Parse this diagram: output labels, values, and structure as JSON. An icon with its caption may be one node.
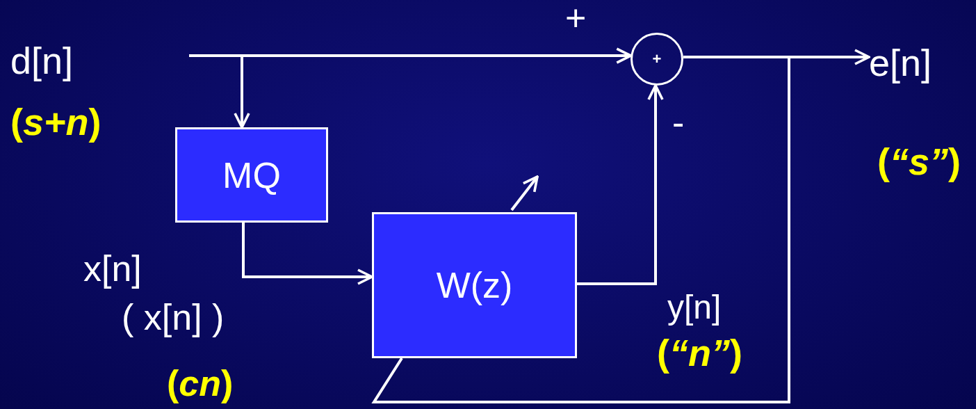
{
  "diagram": {
    "nodes": [
      {
        "text": [
          "d[n]"
        ],
        "beside": [
          "(*s+n*)"
        ]
      },
      {
        "text": [
          "+"
        ]
      },
      {
        "text": [
          "e[n]"
        ],
        "beside": [
          "(*“s”*)"
        ]
      },
      {
        "text": [
          "MQ"
        ]
      },
      {
        "text": [
          "W(z)"
        ]
      }
    ],
    "edges": [
      {
        "from": null,
        "to": 1,
        "arrow": "to"
      },
      {
        "from": null,
        "to": 3,
        "arrow": "to"
      },
      {
        "from": 3,
        "to": 4,
        "arrow": "to"
      },
      {
        "from": 4,
        "to": 1,
        "arrow": "to"
      },
      {
        "from": 1,
        "to": 2,
        "arrow": "to"
      },
      {
        "from": 1,
        "to": 4,
        "arrow": "none"
      }
    ],
    "labels": [
      "+",
      "-",
      "x[n]",
      "( x[n] )",
      "(*cn*)",
      "y[n]",
      "(*“n”*)"
    ]
  }
}
